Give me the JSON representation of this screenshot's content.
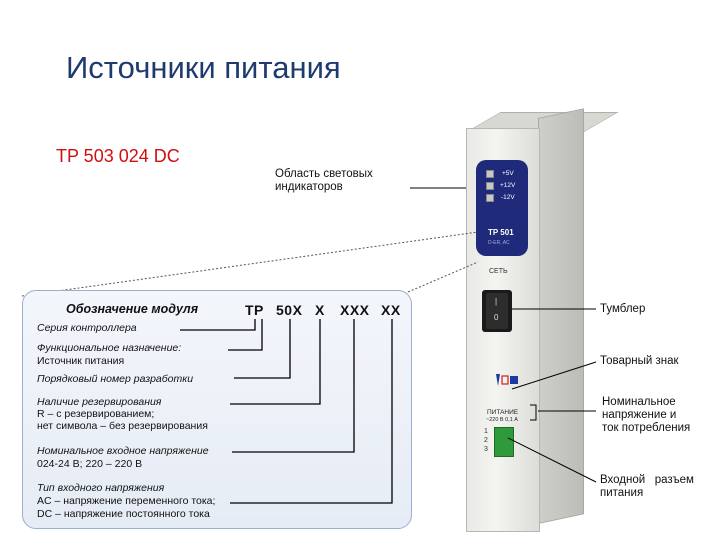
{
  "title": "Источники питания",
  "model": "TP 503 024 DC",
  "callouts": {
    "indicators": [
      "Область световых",
      "индикаторов"
    ],
    "toggle": "Тумблер",
    "trademark": "Товарный знак",
    "rated": [
      "Номинальное",
      "напряжение и",
      "ток потребления"
    ],
    "connector": [
      "Входной   разъем",
      "питания"
    ]
  },
  "device": {
    "leds": [
      "+5V",
      "+12V",
      "-12V"
    ],
    "module_label": "TP 501",
    "module_sub": "D-ER, AC",
    "net_label": "СЕТЬ",
    "switch_on": "|",
    "switch_off": "0",
    "power_label": [
      "ПИТАНИЕ",
      "~220 В 0,1 А"
    ],
    "pins": [
      "1",
      "2",
      "3"
    ]
  },
  "designation": {
    "header": "Обозначение модуля",
    "codes": [
      "TP",
      "50X",
      "X",
      "XXX",
      "XX"
    ],
    "items": [
      {
        "lines_italic": [
          "Серия контроллера"
        ],
        "lines": []
      },
      {
        "lines_italic": [
          "Функциональное назначение:"
        ],
        "lines": [
          "Источник питания"
        ]
      },
      {
        "lines_italic": [
          "Порядковый номер разработки"
        ],
        "lines": []
      },
      {
        "lines_italic": [
          "Наличие резервирования"
        ],
        "lines": [
          "R – с резервированием;",
          "нет символа – без резервирования"
        ]
      },
      {
        "lines_italic": [
          "Номинальное входное напряжение"
        ],
        "lines": [
          "024-24 В; 220 – 220 В"
        ]
      },
      {
        "lines_italic": [
          "Тип входного напряжения"
        ],
        "lines": [
          "AC – напряжение переменного тока;",
          "DC – напряжение постоянного тока"
        ]
      }
    ]
  }
}
